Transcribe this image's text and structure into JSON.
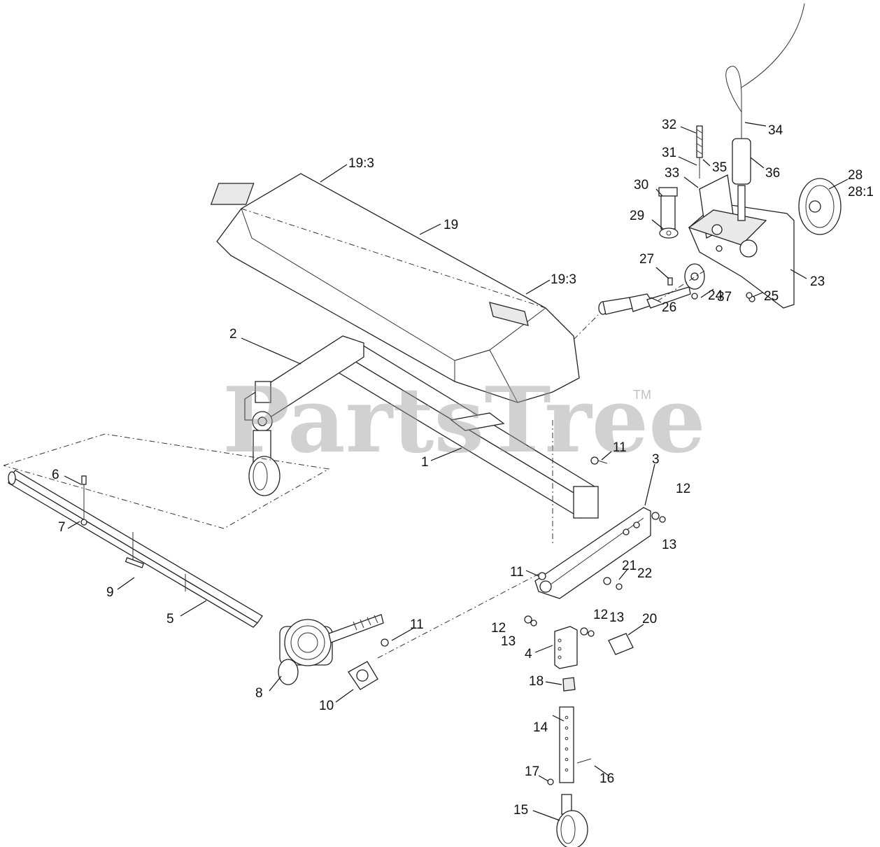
{
  "watermark": {
    "text": "PartsTree",
    "trademark": "TM"
  },
  "callouts": [
    {
      "id": "c1",
      "label": "1"
    },
    {
      "id": "c2",
      "label": "2"
    },
    {
      "id": "c3",
      "label": "3"
    },
    {
      "id": "c4",
      "label": "4"
    },
    {
      "id": "c5",
      "label": "5"
    },
    {
      "id": "c6",
      "label": "6"
    },
    {
      "id": "c7",
      "label": "7"
    },
    {
      "id": "c8",
      "label": "8"
    },
    {
      "id": "c9",
      "label": "9"
    },
    {
      "id": "c10",
      "label": "10"
    },
    {
      "id": "c11a",
      "label": "11"
    },
    {
      "id": "c11b",
      "label": "11"
    },
    {
      "id": "c11c",
      "label": "11"
    },
    {
      "id": "c12a",
      "label": "12"
    },
    {
      "id": "c12b",
      "label": "12"
    },
    {
      "id": "c12c",
      "label": "12"
    },
    {
      "id": "c13a",
      "label": "13"
    },
    {
      "id": "c13b",
      "label": "13"
    },
    {
      "id": "c13c",
      "label": "13"
    },
    {
      "id": "c14",
      "label": "14"
    },
    {
      "id": "c15",
      "label": "15"
    },
    {
      "id": "c16",
      "label": "16"
    },
    {
      "id": "c17",
      "label": "17"
    },
    {
      "id": "c18",
      "label": "18"
    },
    {
      "id": "c19",
      "label": "19"
    },
    {
      "id": "c19_3a",
      "label": "19:3"
    },
    {
      "id": "c19_3b",
      "label": "19:3"
    },
    {
      "id": "c20",
      "label": "20"
    },
    {
      "id": "c21",
      "label": "21"
    },
    {
      "id": "c22",
      "label": "22"
    },
    {
      "id": "c23",
      "label": "23"
    },
    {
      "id": "c24",
      "label": "24"
    },
    {
      "id": "c25",
      "label": "25"
    },
    {
      "id": "c26",
      "label": "26"
    },
    {
      "id": "c27",
      "label": "27"
    },
    {
      "id": "c28",
      "label": "28"
    },
    {
      "id": "c28_1",
      "label": "28:1"
    },
    {
      "id": "c29",
      "label": "29"
    },
    {
      "id": "c30",
      "label": "30"
    },
    {
      "id": "c31",
      "label": "31"
    },
    {
      "id": "c32",
      "label": "32"
    },
    {
      "id": "c33",
      "label": "33"
    },
    {
      "id": "c34",
      "label": "34"
    },
    {
      "id": "c35",
      "label": "35"
    },
    {
      "id": "c36",
      "label": "36"
    },
    {
      "id": "c37",
      "label": "37"
    }
  ]
}
